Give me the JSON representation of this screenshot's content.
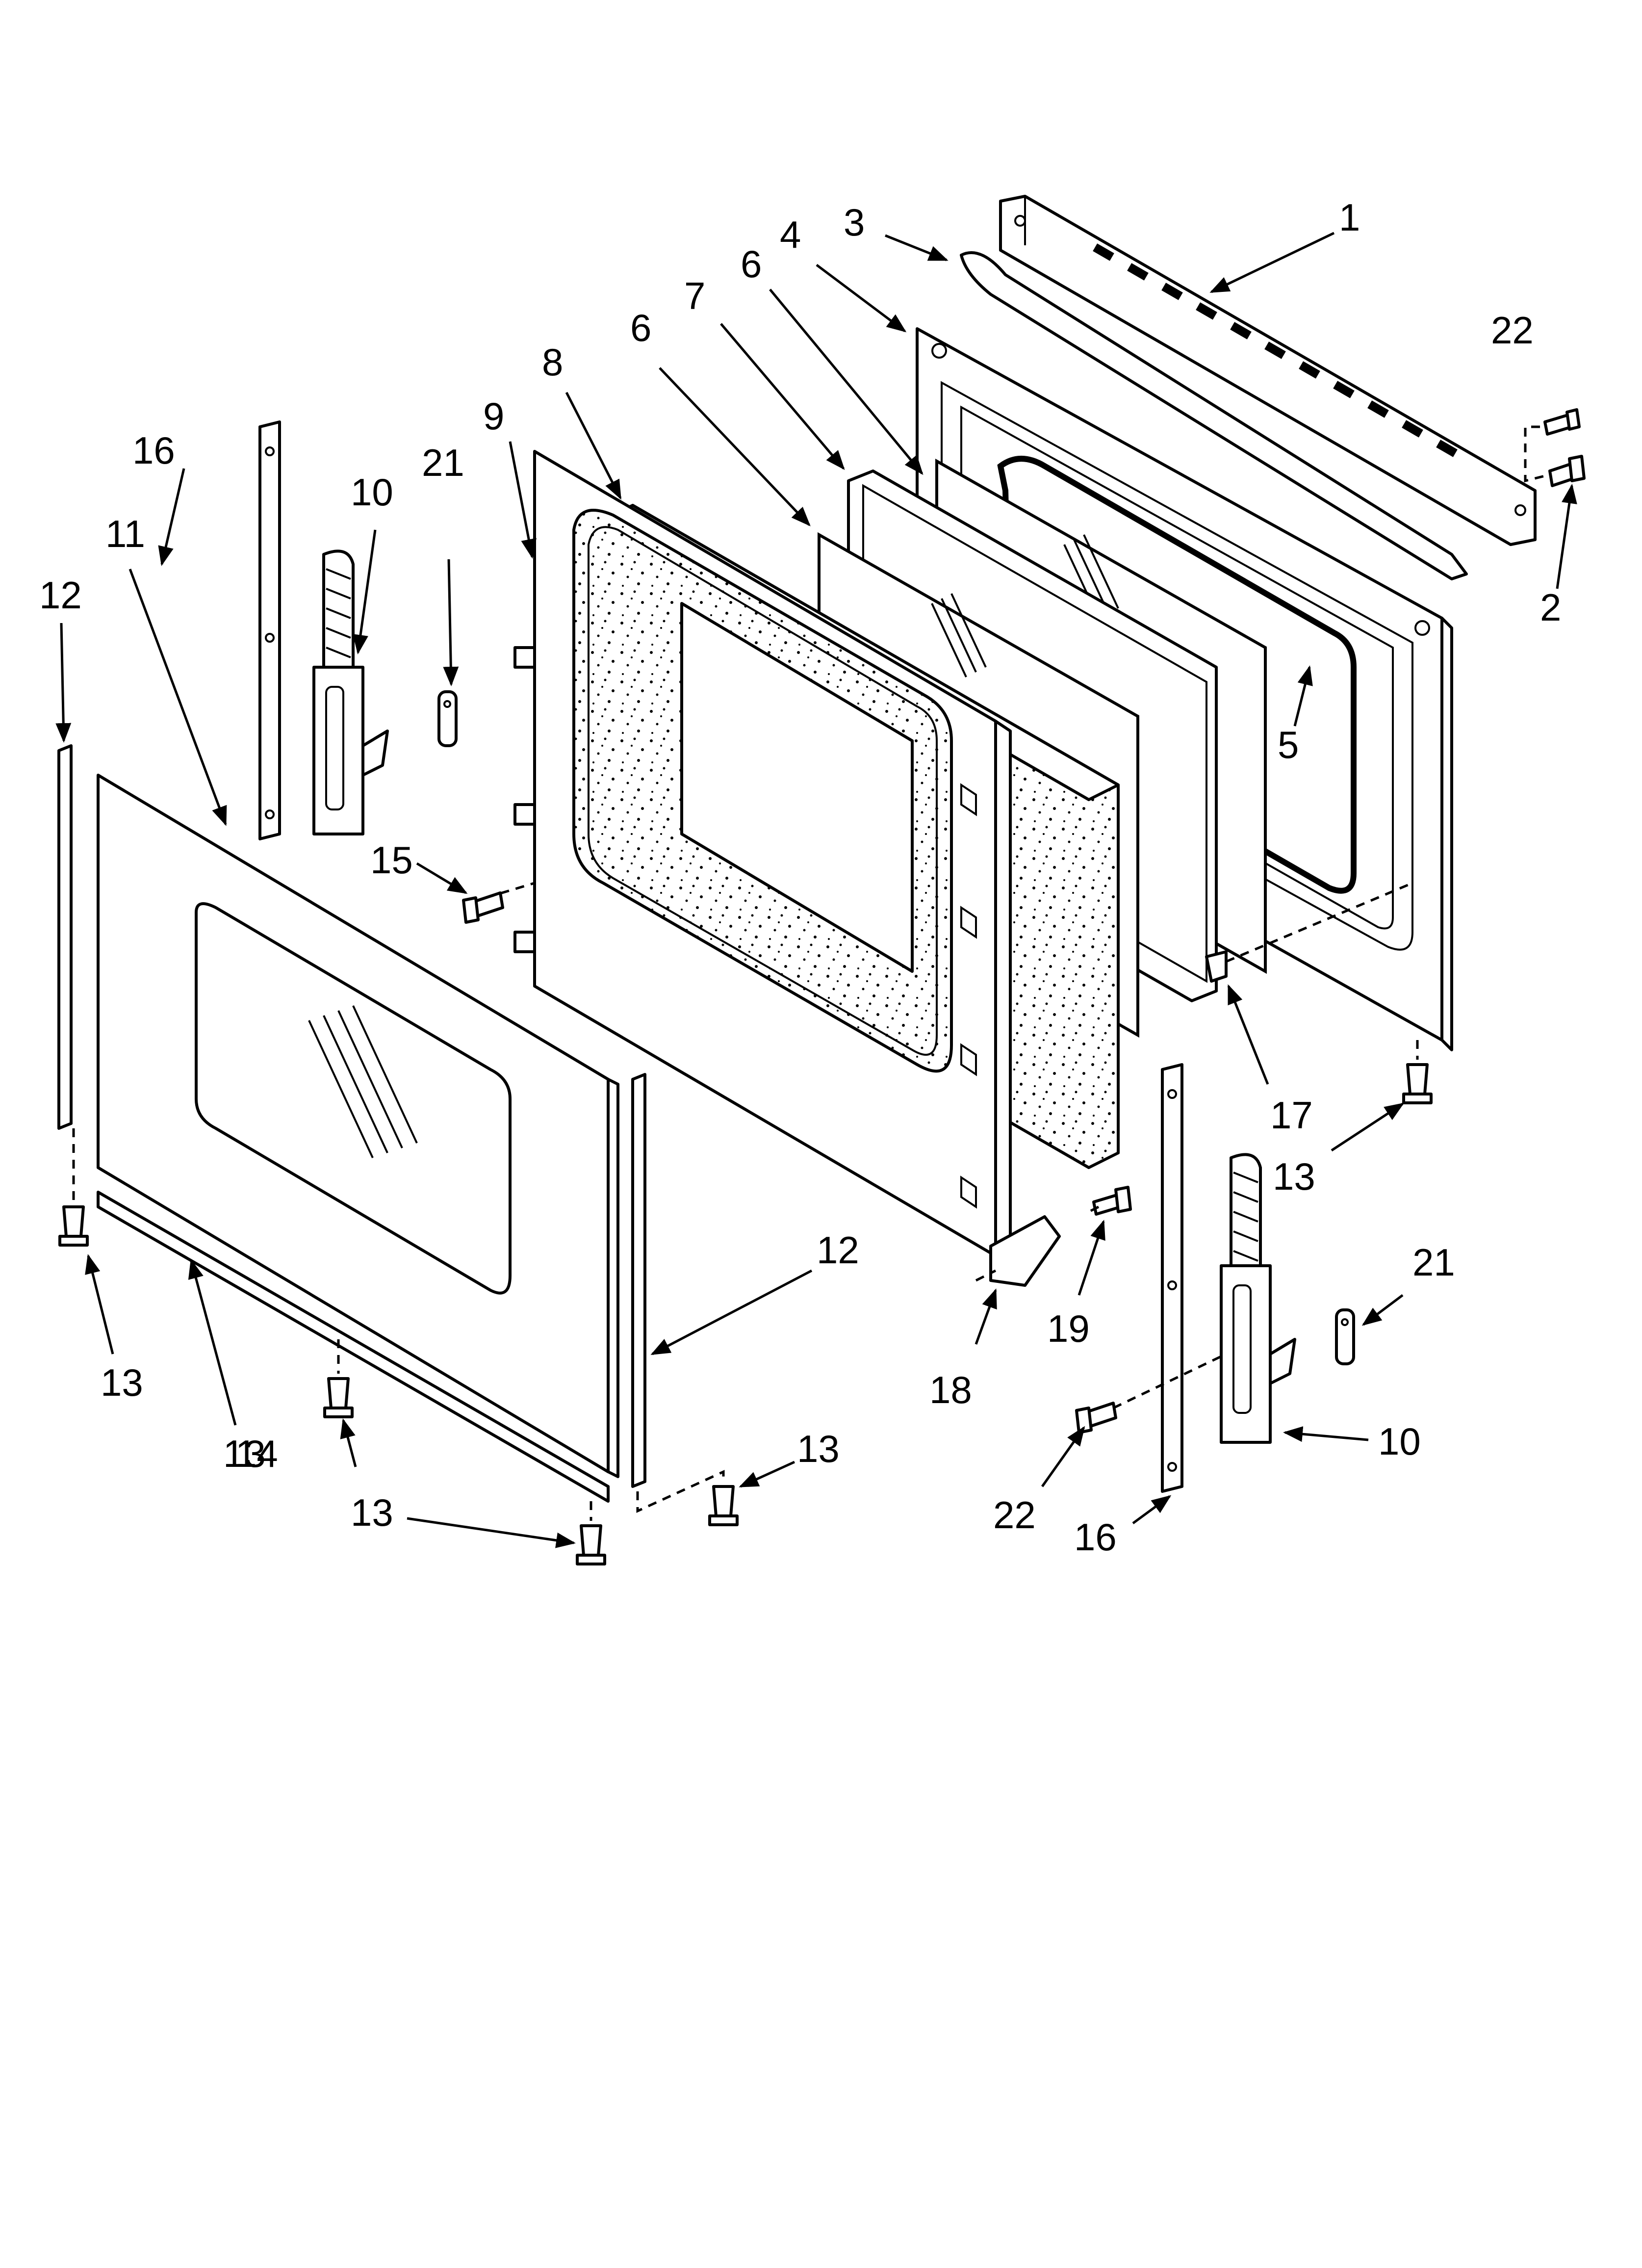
{
  "diagram": {
    "callouts": [
      {
        "id": "c1",
        "text": "1"
      },
      {
        "id": "c2",
        "text": "2"
      },
      {
        "id": "c3",
        "text": "3"
      },
      {
        "id": "c4",
        "text": "4"
      },
      {
        "id": "c5",
        "text": "5"
      },
      {
        "id": "c6a",
        "text": "6"
      },
      {
        "id": "c6b",
        "text": "6"
      },
      {
        "id": "c7",
        "text": "7"
      },
      {
        "id": "c8",
        "text": "8"
      },
      {
        "id": "c9",
        "text": "9"
      },
      {
        "id": "c10a",
        "text": "10"
      },
      {
        "id": "c10b",
        "text": "10"
      },
      {
        "id": "c11",
        "text": "11"
      },
      {
        "id": "c12a",
        "text": "12"
      },
      {
        "id": "c12b",
        "text": "12"
      },
      {
        "id": "c13a",
        "text": "13"
      },
      {
        "id": "c13b",
        "text": "13"
      },
      {
        "id": "c13c",
        "text": "13"
      },
      {
        "id": "c13d",
        "text": "13"
      },
      {
        "id": "c13e",
        "text": "13"
      },
      {
        "id": "c14",
        "text": "14"
      },
      {
        "id": "c15",
        "text": "15"
      },
      {
        "id": "c16a",
        "text": "16"
      },
      {
        "id": "c16b",
        "text": "16"
      },
      {
        "id": "c17",
        "text": "17"
      },
      {
        "id": "c18",
        "text": "18"
      },
      {
        "id": "c19",
        "text": "19"
      },
      {
        "id": "c21a",
        "text": "21"
      },
      {
        "id": "c21b",
        "text": "21"
      },
      {
        "id": "c22a",
        "text": "22"
      },
      {
        "id": "c22b",
        "text": "22"
      }
    ]
  }
}
